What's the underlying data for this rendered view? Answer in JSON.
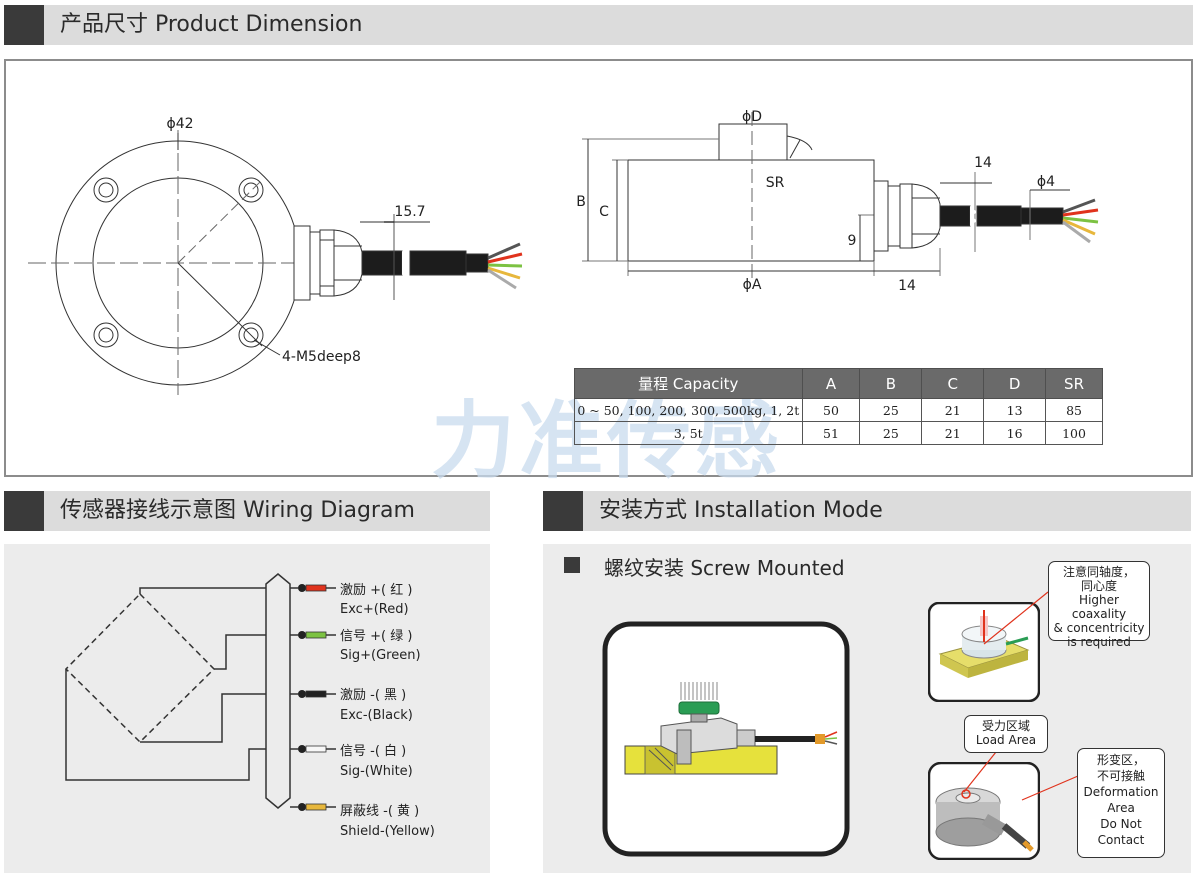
{
  "sections": {
    "dimension": {
      "title": "产品尺寸 Product Dimension"
    },
    "wiring": {
      "title": "传感器接线示意图 Wiring Diagram"
    },
    "install": {
      "title": "安装方式 Installation Mode"
    }
  },
  "drawing": {
    "front": {
      "dia": "ϕ42",
      "cable_len": "15.7",
      "holes": "4-M5deep8"
    },
    "side": {
      "phi_d": "ϕD",
      "sr": "SR",
      "b": "B",
      "c": "C",
      "nine": "9",
      "phi_a": "ϕA",
      "fourteen_bottom": "14",
      "fourteen_top": "14",
      "phi4": "ϕ4"
    },
    "watermark": "力准传感"
  },
  "spec_table": {
    "headers": [
      "量程 Capacity",
      "A",
      "B",
      "C",
      "D",
      "SR"
    ],
    "rows": [
      [
        "0 ~ 50, 100, 200, 300, 500kg, 1, 2t",
        "50",
        "25",
        "21",
        "13",
        "85"
      ],
      [
        "3, 5t",
        "51",
        "25",
        "21",
        "16",
        "100"
      ]
    ]
  },
  "wiring": {
    "wires": [
      {
        "cn": "激励 +( 红 )",
        "en": "Exc+(Red)",
        "color": "#e0331d"
      },
      {
        "cn": "信号 +( 绿 )",
        "en": "Sig+(Green)",
        "color": "#7cc242"
      },
      {
        "cn": "激励 -( 黑 )",
        "en": "Exc-(Black)",
        "color": "#222222"
      },
      {
        "cn": "信号 -( 白 )",
        "en": "Sig-(White)",
        "color": "#f4f4f4"
      },
      {
        "cn": "屏蔽线 -( 黄 )",
        "en": "Shield-(Yellow)",
        "color": "#e7b73c"
      }
    ]
  },
  "install": {
    "subtitle": "螺纹安装 Screw Mounted",
    "callouts": {
      "coaxiality": [
        "注意同轴度，",
        "同心度",
        "Higher coaxality",
        "& concentricity",
        "is required"
      ],
      "load": [
        "受力区域",
        "Load Area"
      ],
      "deformation": [
        "形变区，",
        "不可接触",
        "Deformation",
        "Area",
        "Do Not",
        "Contact"
      ]
    }
  }
}
